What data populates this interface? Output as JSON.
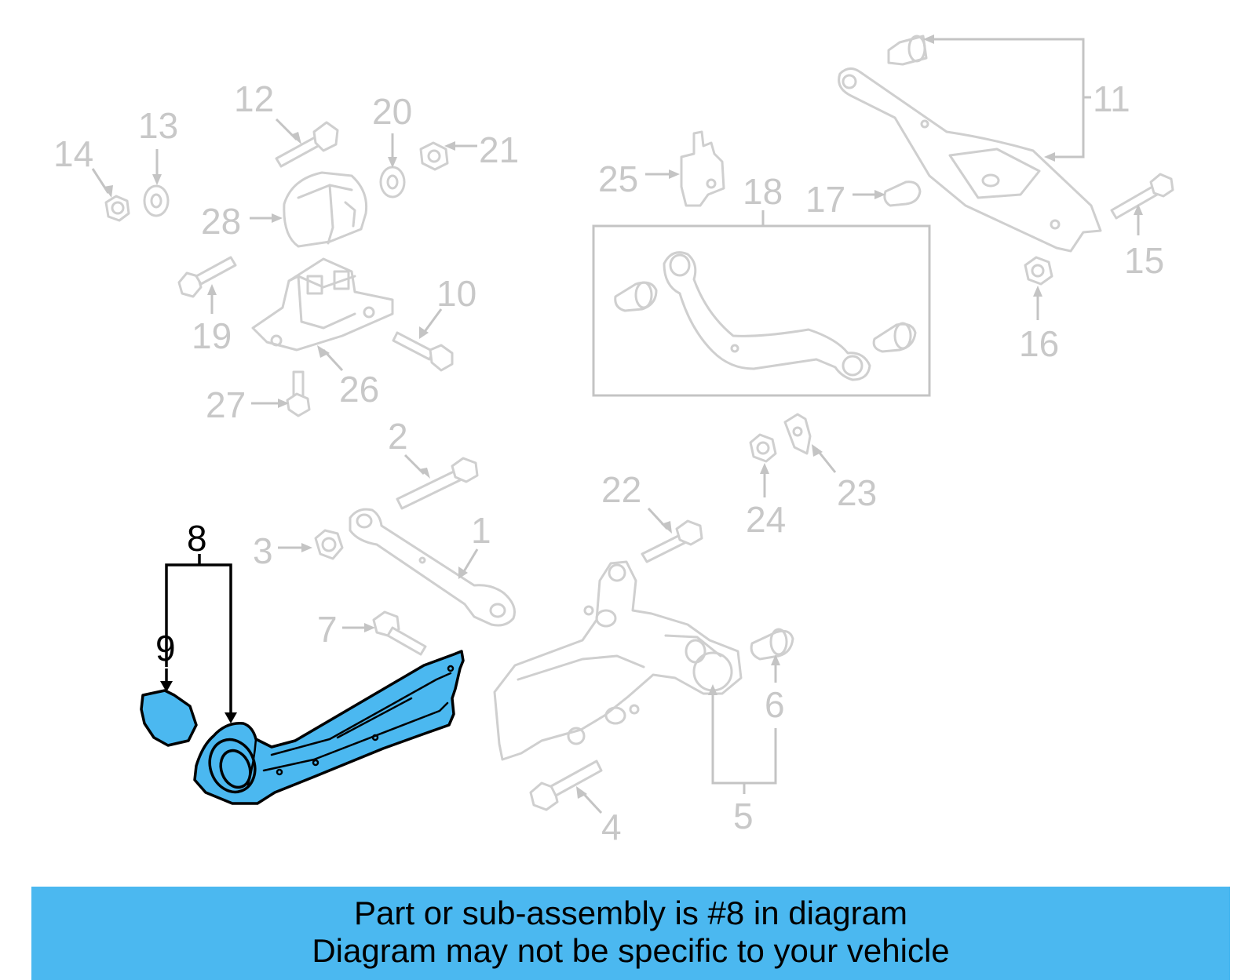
{
  "diagram": {
    "callouts": {
      "c1": "1",
      "c2": "2",
      "c3": "3",
      "c4": "4",
      "c5": "5",
      "c6": "6",
      "c7": "7",
      "c8": "8",
      "c9": "9",
      "c10": "10",
      "c11": "11",
      "c12": "12",
      "c13": "13",
      "c14": "14",
      "c15": "15",
      "c16": "16",
      "c17": "17",
      "c18": "18",
      "c19": "19",
      "c20": "20",
      "c21": "21",
      "c22": "22",
      "c23": "23",
      "c24": "24",
      "c25": "25",
      "c26": "26",
      "c27": "27",
      "c28": "28"
    },
    "highlighted_part": "8",
    "highlight_color": "#4bb8f0",
    "dim_color": "#c8c8c8"
  },
  "banner": {
    "line1": "Part or sub-assembly is #8 in diagram",
    "line2": "Diagram may not be specific to your vehicle",
    "background": "#4bb8f0"
  }
}
